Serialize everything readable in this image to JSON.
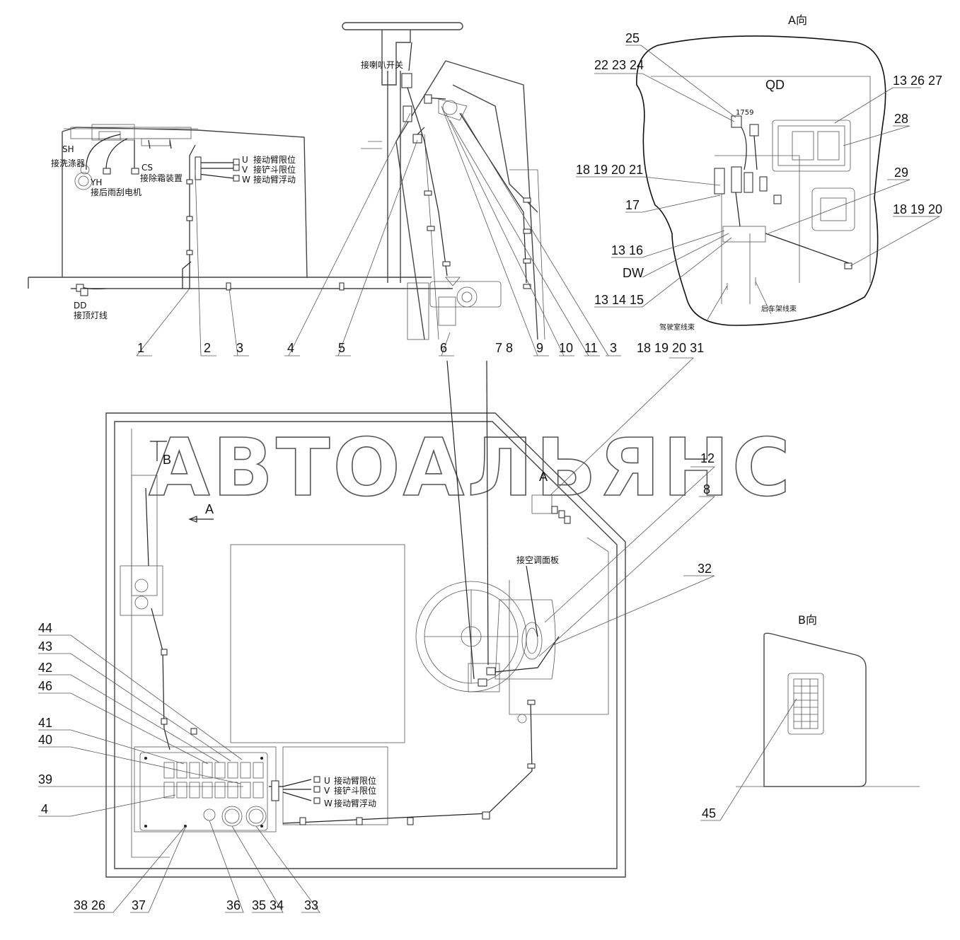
{
  "views": {
    "view_a": "A向",
    "view_b": "B向",
    "arrow_a": "A",
    "arrow_b": "B",
    "marker_a": "A"
  },
  "watermark": "АВТОАЛЬЯНС",
  "top_connectors": {
    "sh_code": "SH",
    "sh_text": "接洗涤器",
    "yh_code": "YH",
    "yh_text": "接后雨刮电机",
    "cs_code": "CS",
    "cs_text": "接除霜装置",
    "dd_code": "DD",
    "dd_text": "接顶灯线",
    "horn_switch": "接喇叭开关"
  },
  "arm_labels_top": [
    {
      "code": "U",
      "text": "接动臂限位"
    },
    {
      "code": "V",
      "text": "接铲斗限位"
    },
    {
      "code": "W",
      "text": "接动臂浮动"
    }
  ],
  "arm_labels_bottom": [
    {
      "code": "U",
      "text": "接动臂限位"
    },
    {
      "code": "V",
      "text": "接铲斗限位"
    },
    {
      "code": "W",
      "text": "接动臂浮动"
    }
  ],
  "ac_panel": "接空调面板",
  "view_a_detail": {
    "qd": "QD",
    "dw": "DW",
    "cab_harness": "驾驶室线束",
    "rear_frame_harness": "后车架线束"
  },
  "callouts_top": [
    "1",
    "2",
    "3",
    "4",
    "5",
    "6",
    "7 8",
    "9",
    "10",
    "11",
    "3",
    "18 19 20 31"
  ],
  "callouts_view_a": [
    "25",
    "22 23 24",
    "13 26 27",
    "28",
    "18 19 20 21",
    "29",
    "17",
    "18 19 20",
    "13 16",
    "13 14 15"
  ],
  "callouts_bottom": [
    "12",
    "8",
    "32",
    "44",
    "43",
    "42",
    "46",
    "41",
    "40",
    "39",
    "4",
    "45"
  ],
  "callouts_bottom_row": [
    "38 26",
    "37",
    "36",
    "35 34",
    "33"
  ]
}
